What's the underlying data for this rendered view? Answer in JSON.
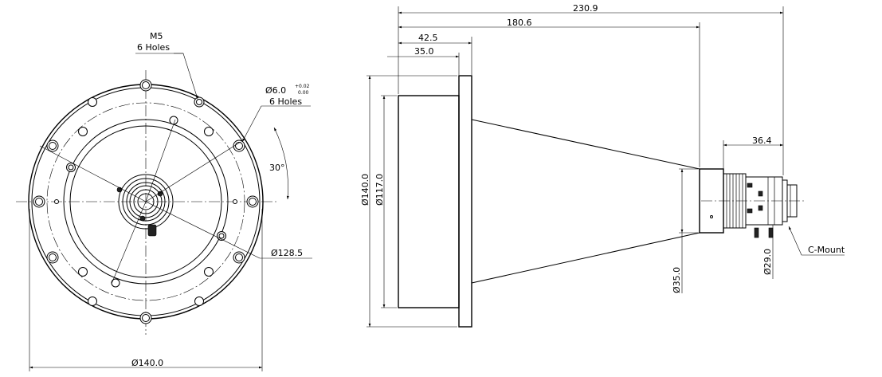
{
  "front_view": {
    "m5_title": "M5",
    "m5_holes": "6 Holes",
    "pin_dia": "Ø6.0",
    "pin_tol_upper": "+0.02",
    "pin_tol_lower": "0.00",
    "pin_holes": "6 Holes",
    "angle": "30°",
    "bolt_circle": "Ø128.5",
    "outer_dia": "Ø140.0"
  },
  "side_view": {
    "overall_length": "230.9",
    "length_to_lens": "180.6",
    "flange_total": "42.5",
    "flange_body": "35.0",
    "lens_length": "36.4",
    "flange_dia": "Ø140.0",
    "body_dia": "Ø117.0",
    "cone_end_dia": "Ø35.0",
    "lens_dia": "Ø29.0",
    "mount": "C-Mount"
  }
}
